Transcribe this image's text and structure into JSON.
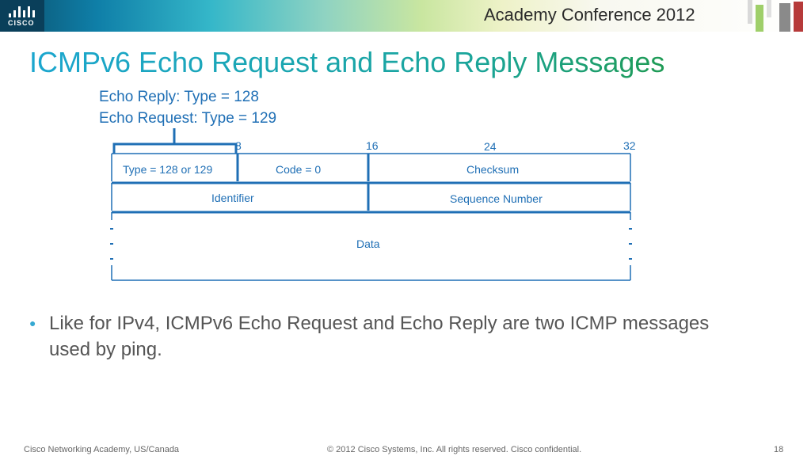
{
  "banner": {
    "logo_text": "CISCO",
    "conference": "Academy Conference 2012"
  },
  "title": "ICMPv6 Echo Request and Echo Reply Messages",
  "annotation": {
    "reply": "Echo Reply: Type = 128",
    "request": "Echo Request: Type = 129"
  },
  "diagram": {
    "bit_markers": [
      "8",
      "16",
      "24",
      "32"
    ],
    "fields": {
      "type": "Type = 128 or 129",
      "code": "Code = 0",
      "checksum": "Checksum",
      "identifier": "Identifier",
      "sequence": "Sequence Number",
      "data": "Data"
    }
  },
  "bullet": "Like for IPv4, ICMPv6 Echo Request and Echo Reply are two ICMP messages used by ping.",
  "footer": {
    "left": "Cisco Networking Academy, US/Canada",
    "center": "© 2012 Cisco Systems, Inc. All rights reserved. Cisco confidential.",
    "page": "18"
  },
  "colors": {
    "title_start": "#1ba6cf",
    "title_end": "#1f9b55",
    "diagram_blue": "#1f6fb5",
    "bullet_gray": "#555555"
  }
}
